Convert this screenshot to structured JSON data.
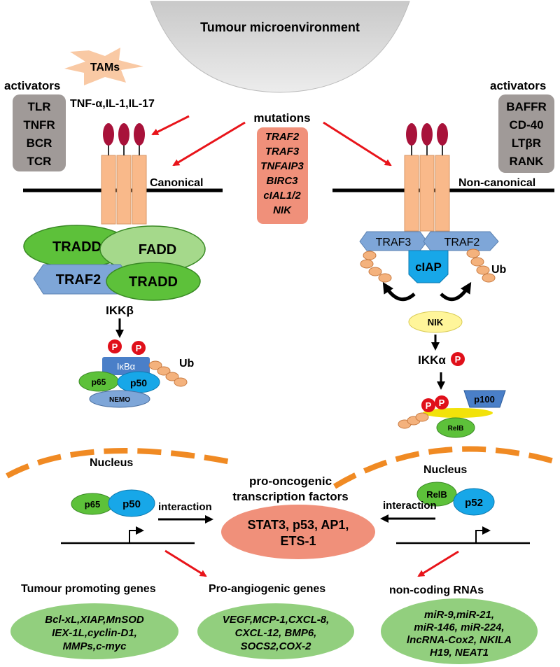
{
  "title": "Tumour microenvironment",
  "tams": "TAMs",
  "cytokines": "TNF-α,IL-1,IL-17",
  "activators_left": {
    "label": "activators",
    "items": [
      "TLR",
      "TNFR",
      "BCR",
      "TCR"
    ]
  },
  "activators_right": {
    "label": "activators",
    "items": [
      "BAFFR",
      "CD-40",
      "LTβR",
      "RANK"
    ]
  },
  "mutations": {
    "label": "mutations",
    "items": [
      "TRAF2",
      "TRAF3",
      "TNFAIP3",
      "BIRC3",
      "cIAL1/2",
      "NIK"
    ]
  },
  "canonical": {
    "label": "Canonical",
    "tradd_top": "TRADD",
    "fadd": "FADD",
    "traf2": "TRAF2",
    "tradd_bottom": "TRADD",
    "ikk": "IKKβ",
    "ikba": "IκBα",
    "p65": "p65",
    "p50": "p50",
    "nemo": "NEMO",
    "ub": "Ub",
    "p": "P"
  },
  "noncanonical": {
    "label": "Non-canonical",
    "traf3": "TRAF3",
    "traf2": "TRAF2",
    "ciap": "cIAP",
    "ub": "Ub",
    "nik": "NIK",
    "ikk": "IKKα",
    "p100": "p100",
    "relb": "RelB",
    "p": "P"
  },
  "nucleus_left": {
    "label": "Nucleus",
    "p65": "p65",
    "p50": "p50",
    "interaction": "interaction"
  },
  "nucleus_right": {
    "label": "Nucleus",
    "relb": "RelB",
    "p52": "p52",
    "interaction": "interaction"
  },
  "tf": {
    "heading": [
      "pro-oncogenic",
      "transcription factors"
    ],
    "lines": [
      "STAT3, p53, AP1,",
      "ETS-1"
    ]
  },
  "outputs": [
    {
      "heading": "Tumour promoting genes",
      "lines": [
        "Bcl-xL,XIAP,MnSOD",
        "IEX-1L,cyclin-D1,",
        "MMPs,c-myc"
      ]
    },
    {
      "heading": "Pro-angiogenic genes",
      "lines": [
        "VEGF,MCP-1,CXCL-8,",
        "CXCL-12, BMP6,",
        "SOCS2,COX-2"
      ]
    },
    {
      "heading": "non-coding RNAs",
      "lines": [
        "miR-9,miR-21,",
        "miR-146, miR-224,",
        "lncRNA-Cox2, NKILA",
        "H19, NEAT1"
      ]
    }
  ],
  "colors": {
    "red_arrow": "#e8141a",
    "receptor": "#f9b98a",
    "receptor_cap": "#a8123a",
    "tradd": "#5dc13a",
    "fadd": "#a5d98b",
    "traf": "#7ea6d8",
    "ciap": "#17a7e8",
    "nik": "#fff59a",
    "salmon": "#f0907a",
    "gene_oval": "#92cf7e",
    "nucleus_dash": "#f08a23",
    "activator_box": "#a09a98",
    "phospho": "#e0101a"
  }
}
